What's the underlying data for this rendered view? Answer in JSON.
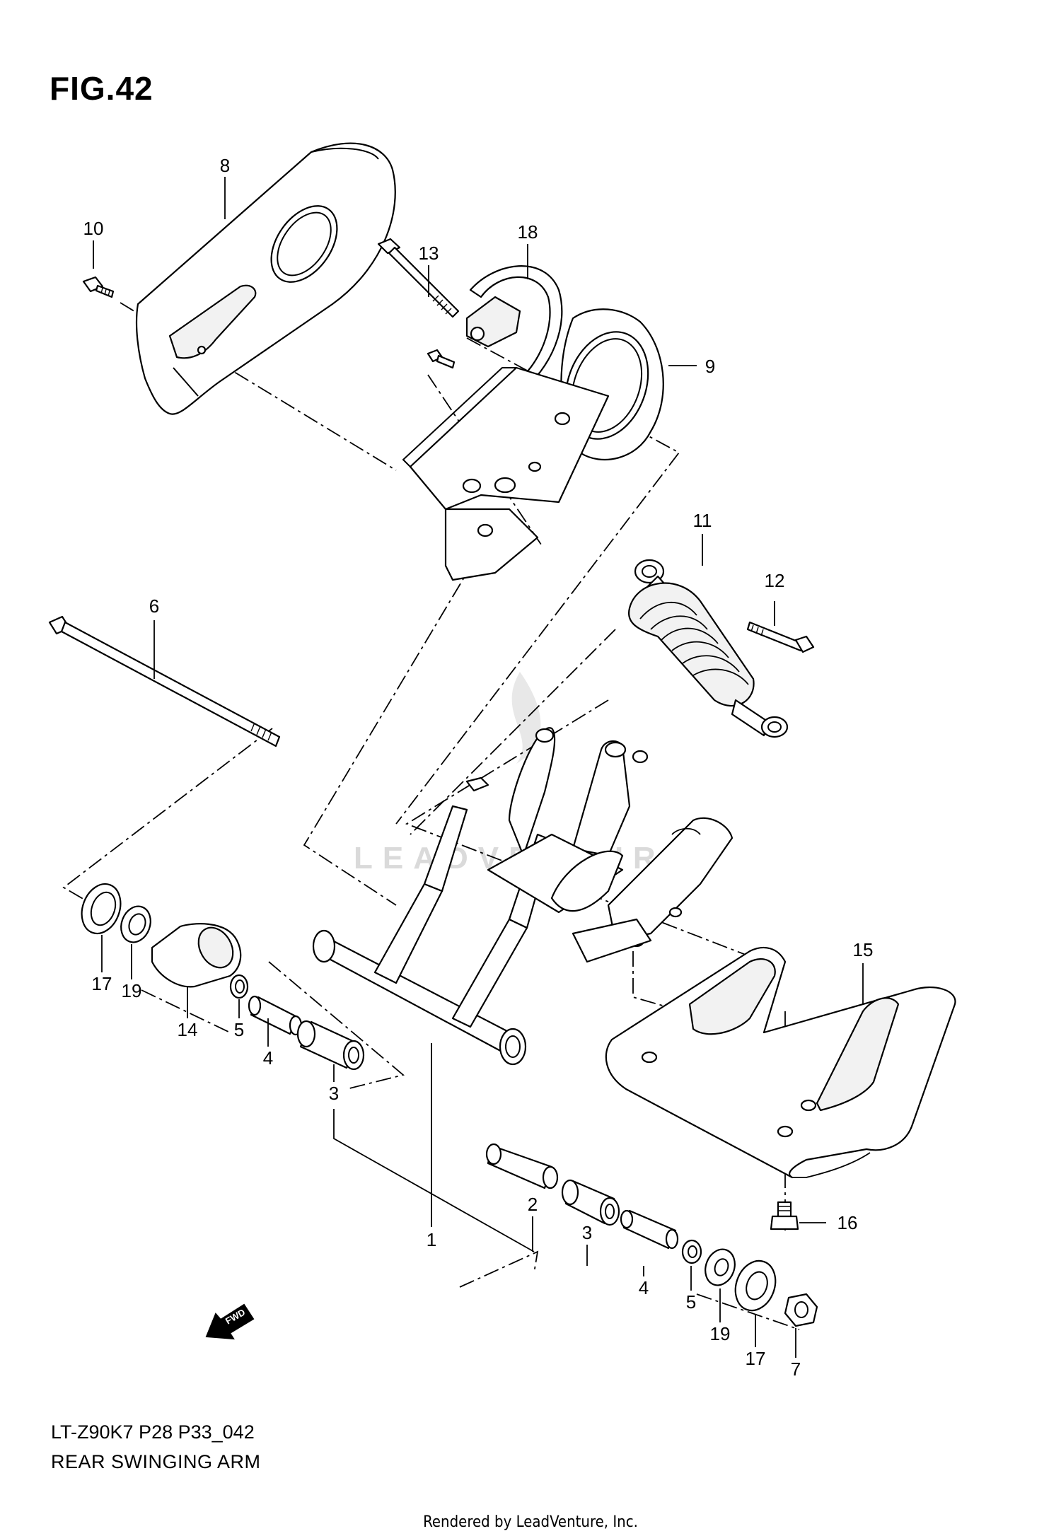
{
  "figure": {
    "title": "FIG.42",
    "ref_code": "LT-Z90K7 P28 P33_042",
    "caption": "REAR SWINGING ARM",
    "watermark": "LEADVENTURE",
    "footer": "Rendered by LeadVenture, Inc.",
    "fwd_label": "FWD"
  },
  "callouts": [
    "1",
    "2",
    "3",
    "3",
    "4",
    "4",
    "5",
    "5",
    "6",
    "7",
    "8",
    "9",
    "10",
    "11",
    "12",
    "13",
    "14",
    "15",
    "16",
    "17",
    "17",
    "18",
    "19",
    "19"
  ],
  "colors": {
    "ink": "#000000",
    "paper": "#ffffff",
    "watermark": "#d6d6d6"
  }
}
